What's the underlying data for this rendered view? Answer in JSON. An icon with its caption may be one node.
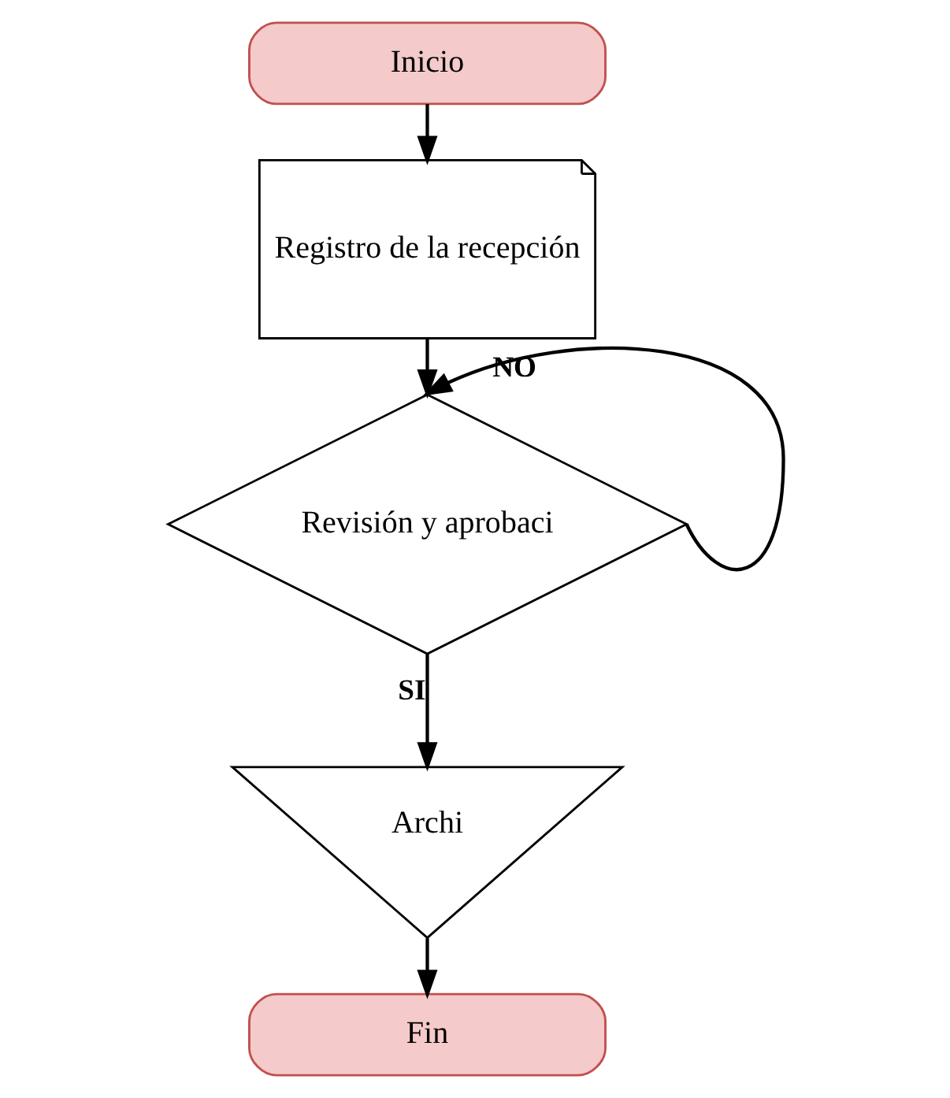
{
  "diagram": {
    "nodes": [
      {
        "text": [
          "Inicio"
        ]
      },
      {
        "text": [
          "Registro de la recepción"
        ]
      },
      {
        "text": [
          "Revisión y aprobaci"
        ]
      },
      {
        "text": [
          "Archi"
        ]
      },
      {
        "text": [
          "Fin"
        ]
      }
    ],
    "edges": [
      {
        "from": 0,
        "to": 1,
        "arrow": "to"
      },
      {
        "from": 1,
        "to": 2,
        "arrow": "to"
      },
      {
        "from": 2,
        "to": 2,
        "arrow": "to",
        "label": "NO"
      },
      {
        "from": 2,
        "to": 3,
        "arrow": "to",
        "label": "SI"
      },
      {
        "from": 3,
        "to": 4,
        "arrow": "to"
      }
    ]
  }
}
